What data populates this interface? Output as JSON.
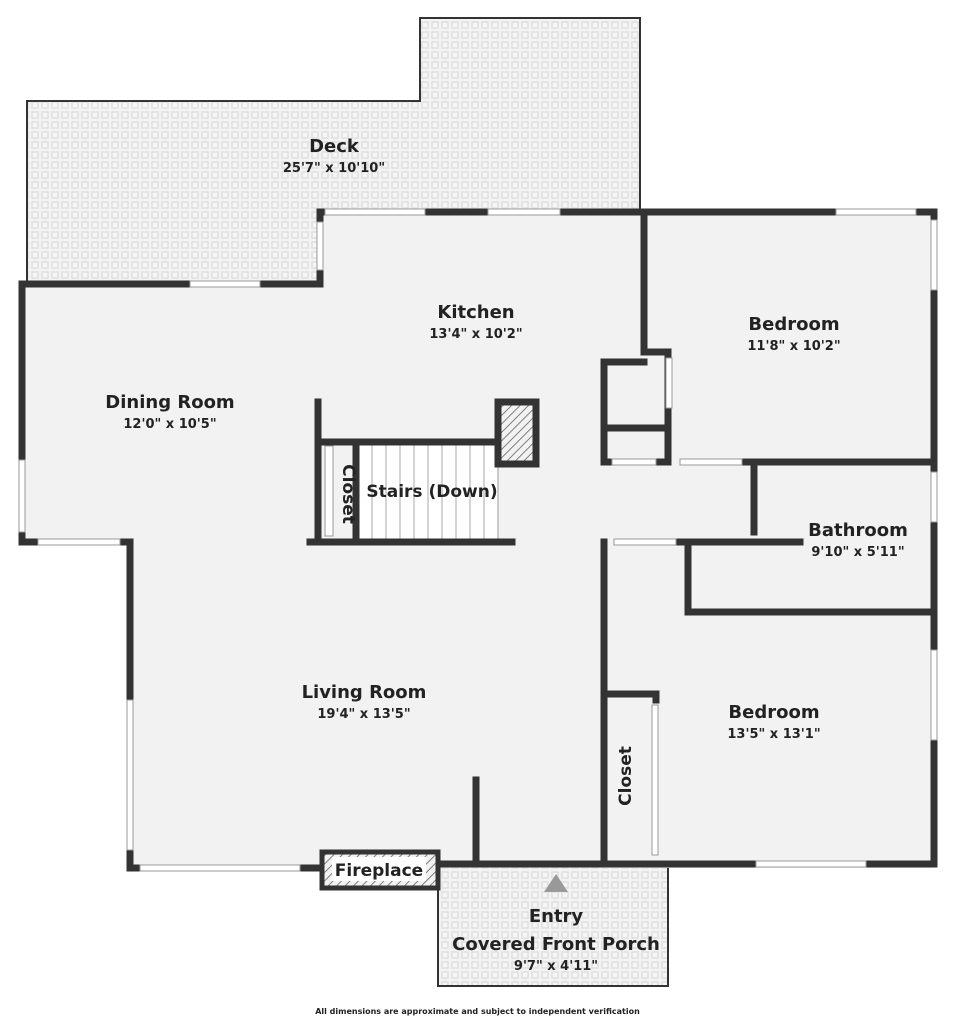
{
  "rooms": {
    "deck": {
      "name": "Deck",
      "dims": "25'7\" x 10'10\""
    },
    "kitchen": {
      "name": "Kitchen",
      "dims": "13'4\" x 10'2\""
    },
    "bedroom_top": {
      "name": "Bedroom",
      "dims": "11'8\" x 10'2\""
    },
    "dining": {
      "name": "Dining Room",
      "dims": "12'0\" x 10'5\""
    },
    "stairs": {
      "name": "Stairs (Down)"
    },
    "closet_stairs": {
      "name": "Closet"
    },
    "bathroom": {
      "name": "Bathroom",
      "dims": "9'10\" x 5'11\""
    },
    "living": {
      "name": "Living Room",
      "dims": "19'4\" x 13'5\""
    },
    "bedroom_bottom": {
      "name": "Bedroom",
      "dims": "13'5\" x 13'1\""
    },
    "closet_bedroom": {
      "name": "Closet"
    },
    "fireplace": {
      "name": "Fireplace"
    },
    "porch": {
      "entry": "Entry",
      "name": "Covered Front Porch",
      "dims": "9'7\" x 4'11\""
    }
  },
  "footer": "All dimensions are approximate and subject to independent verification",
  "colors": {
    "wall": "#333333",
    "floor": "#f2f2f2",
    "deck": "#efefef",
    "window": "#ffffff"
  }
}
